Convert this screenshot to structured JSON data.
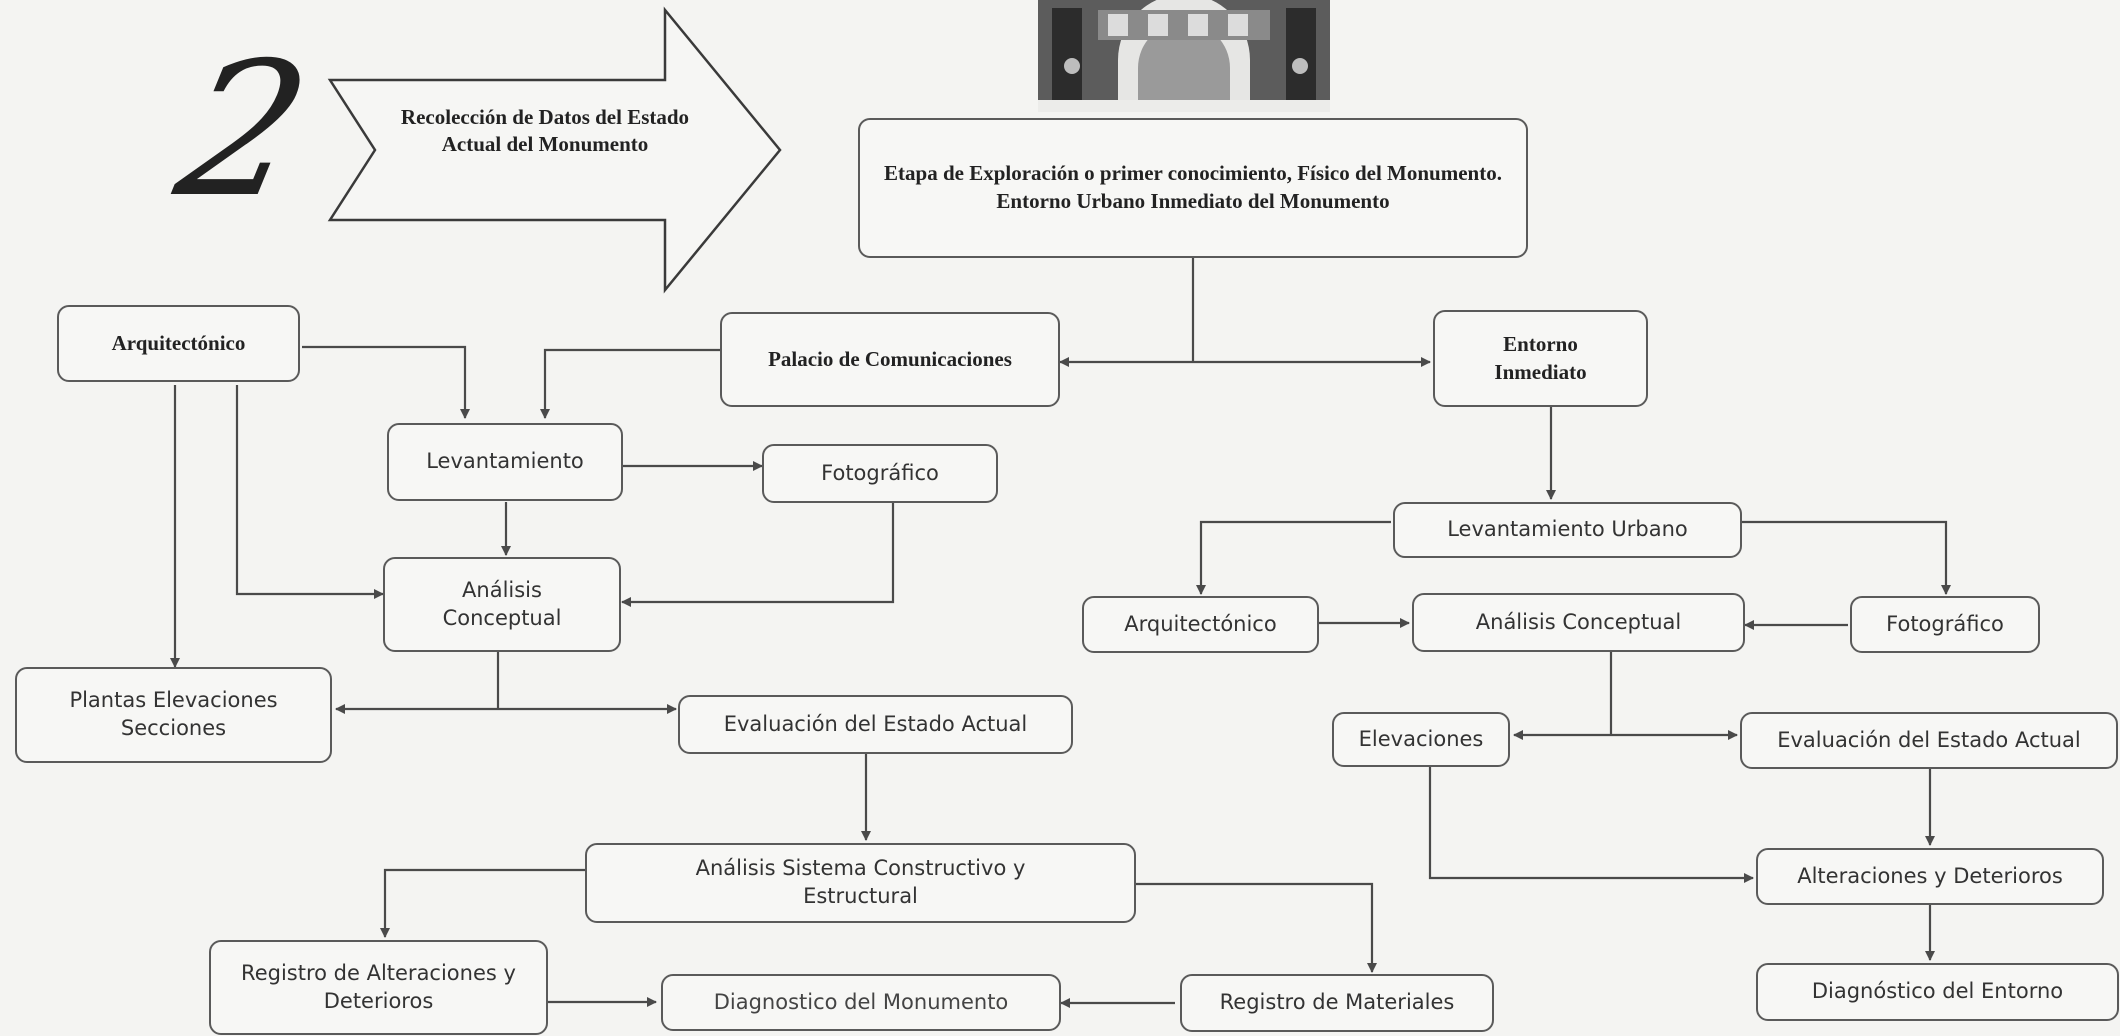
{
  "step_number": "2",
  "arrow_label": "Recolección de Datos del Estado Actual del Monumento",
  "nodes": {
    "etapa": "Etapa de Exploración o primer conocimiento, Físico del Monumento.  Entorno Urbano Inmediato  del Monumento",
    "arquitectonico_left": "Arquitectónico",
    "palacio": "Palacio de Comunicaciones",
    "entorno": "Entorno Inmediato",
    "levantamiento": "Levantamiento",
    "fotografico_left": "Fotográfico",
    "analisis_left": "Análisis Conceptual",
    "plantas": "Plantas Elevaciones Secciones",
    "evaluacion_left": "Evaluación del Estado Actual",
    "analisis_sistema": "Análisis Sistema Constructivo y Estructural",
    "registro_alteraciones": "Registro de Alteraciones y Deterioros",
    "diagnostico_monumento": "Diagnostico del Monumento",
    "registro_materiales": "Registro de Materiales",
    "levantamiento_urbano": "Levantamiento Urbano",
    "arquitectonico_right": "Arquitectónico",
    "analisis_right": "Análisis Conceptual",
    "fotografico_right": "Fotográfico",
    "elevaciones": "Elevaciones",
    "evaluacion_right": "Evaluación del Estado Actual",
    "alteraciones_right": "Alteraciones y Deterioros",
    "diagnostico_entorno": "Diagnóstico del Entorno"
  },
  "colors": {
    "line": "#4a4a4a",
    "box_border": "#5a5a5a",
    "background": "#f4f4f2"
  }
}
